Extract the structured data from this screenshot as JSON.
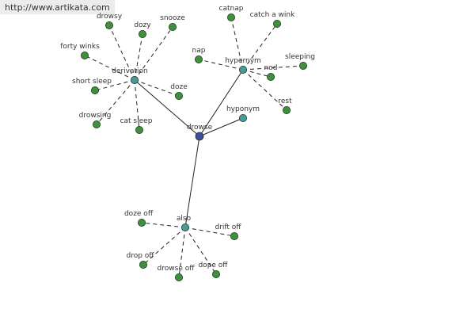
{
  "watermark": "http://www.artikata.com",
  "colors": {
    "center": "#3b4ea3",
    "hub": "#4a9a9c",
    "leaf": "#3f8f3f",
    "edge": "#222222"
  },
  "nodes": [
    {
      "id": "drowse",
      "label": "drowse",
      "kind": "center"
    },
    {
      "id": "derivation",
      "label": "derivation",
      "kind": "hub"
    },
    {
      "id": "hypernym",
      "label": "hypernym",
      "kind": "hub"
    },
    {
      "id": "hyponym",
      "label": "hyponym",
      "kind": "hub"
    },
    {
      "id": "also",
      "label": "also",
      "kind": "hub"
    },
    {
      "id": "drowsy",
      "label": "drowsy",
      "kind": "leaf"
    },
    {
      "id": "dozy",
      "label": "dozy",
      "kind": "leaf"
    },
    {
      "id": "snooze",
      "label": "snooze",
      "kind": "leaf"
    },
    {
      "id": "forty-winks",
      "label": "forty winks",
      "kind": "leaf"
    },
    {
      "id": "short-sleep",
      "label": "short sleep",
      "kind": "leaf"
    },
    {
      "id": "doze",
      "label": "doze",
      "kind": "leaf"
    },
    {
      "id": "drowsing",
      "label": "drowsing",
      "kind": "leaf"
    },
    {
      "id": "cat-sleep",
      "label": "cat sleep",
      "kind": "leaf"
    },
    {
      "id": "catnap",
      "label": "catnap",
      "kind": "leaf"
    },
    {
      "id": "catch-a-wink",
      "label": "catch a wink",
      "kind": "leaf"
    },
    {
      "id": "nap",
      "label": "nap",
      "kind": "leaf"
    },
    {
      "id": "nod",
      "label": "nod",
      "kind": "leaf"
    },
    {
      "id": "sleeping",
      "label": "sleeping",
      "kind": "leaf"
    },
    {
      "id": "rest",
      "label": "rest",
      "kind": "leaf"
    },
    {
      "id": "doze-off",
      "label": "doze off",
      "kind": "leaf"
    },
    {
      "id": "drift-off",
      "label": "drift off",
      "kind": "leaf"
    },
    {
      "id": "drop-off",
      "label": "drop off",
      "kind": "leaf"
    },
    {
      "id": "drowse-off",
      "label": "drowse off",
      "kind": "leaf"
    },
    {
      "id": "dope-off",
      "label": "dope off",
      "kind": "leaf"
    }
  ],
  "edges": [
    {
      "from": "drowse",
      "to": "derivation",
      "style": "solid"
    },
    {
      "from": "drowse",
      "to": "hypernym",
      "style": "solid"
    },
    {
      "from": "drowse",
      "to": "hyponym",
      "style": "solid"
    },
    {
      "from": "drowse",
      "to": "also",
      "style": "solid"
    },
    {
      "from": "derivation",
      "to": "drowsy",
      "style": "dashed"
    },
    {
      "from": "derivation",
      "to": "dozy",
      "style": "dashed"
    },
    {
      "from": "derivation",
      "to": "snooze",
      "style": "dashed"
    },
    {
      "from": "derivation",
      "to": "forty-winks",
      "style": "dashed"
    },
    {
      "from": "derivation",
      "to": "short-sleep",
      "style": "dashed"
    },
    {
      "from": "derivation",
      "to": "doze",
      "style": "dashed"
    },
    {
      "from": "derivation",
      "to": "drowsing",
      "style": "dashed"
    },
    {
      "from": "derivation",
      "to": "cat-sleep",
      "style": "dashed"
    },
    {
      "from": "hypernym",
      "to": "catnap",
      "style": "dashed"
    },
    {
      "from": "hypernym",
      "to": "catch-a-wink",
      "style": "dashed"
    },
    {
      "from": "hypernym",
      "to": "nap",
      "style": "dashed"
    },
    {
      "from": "hypernym",
      "to": "nod",
      "style": "dashed"
    },
    {
      "from": "hypernym",
      "to": "sleeping",
      "style": "dashed"
    },
    {
      "from": "hypernym",
      "to": "rest",
      "style": "dashed"
    },
    {
      "from": "also",
      "to": "doze-off",
      "style": "dashed"
    },
    {
      "from": "also",
      "to": "drift-off",
      "style": "dashed"
    },
    {
      "from": "also",
      "to": "drop-off",
      "style": "dashed"
    },
    {
      "from": "also",
      "to": "drowse-off",
      "style": "dashed"
    },
    {
      "from": "also",
      "to": "dope-off",
      "style": "dashed"
    }
  ]
}
